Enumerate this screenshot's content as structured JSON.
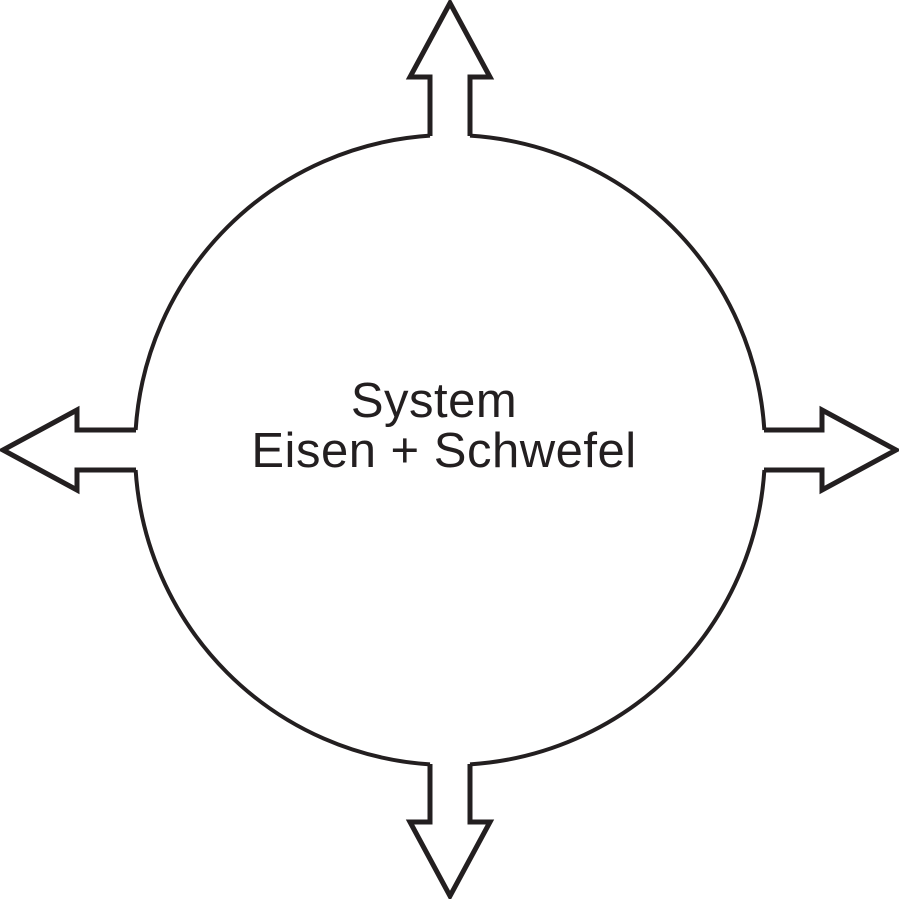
{
  "diagram": {
    "title_meaning": "open system exchange diagram",
    "center_label": {
      "line1": "System",
      "line2": "Eisen + Schwefel"
    },
    "icons": [
      "arrow-up-icon",
      "arrow-right-icon",
      "arrow-down-icon",
      "arrow-left-icon"
    ],
    "colors": {
      "line": "#231f20",
      "background": "#ffffff"
    }
  }
}
